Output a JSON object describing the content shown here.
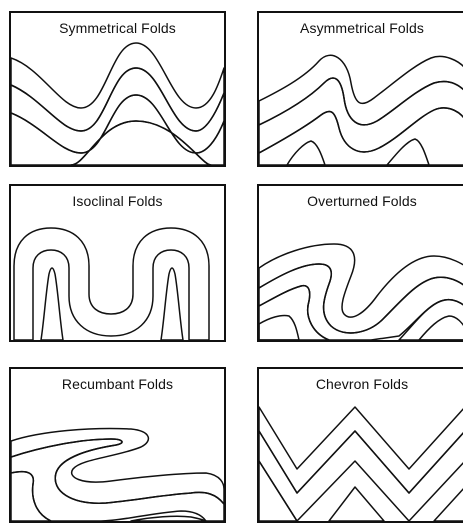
{
  "colors": {
    "dark_layer": "#6e6e6e",
    "light_layer": "#bdbdbd",
    "dotted_layer": "#ffffff",
    "outline": "#111111"
  },
  "panels": [
    {
      "title": "Symmetrical Folds"
    },
    {
      "title": "Asymmetrical Folds"
    },
    {
      "title": "Isoclinal Folds"
    },
    {
      "title": "Overturned Folds"
    },
    {
      "title": "Recumbant Folds"
    },
    {
      "title": "Chevron Folds"
    }
  ]
}
